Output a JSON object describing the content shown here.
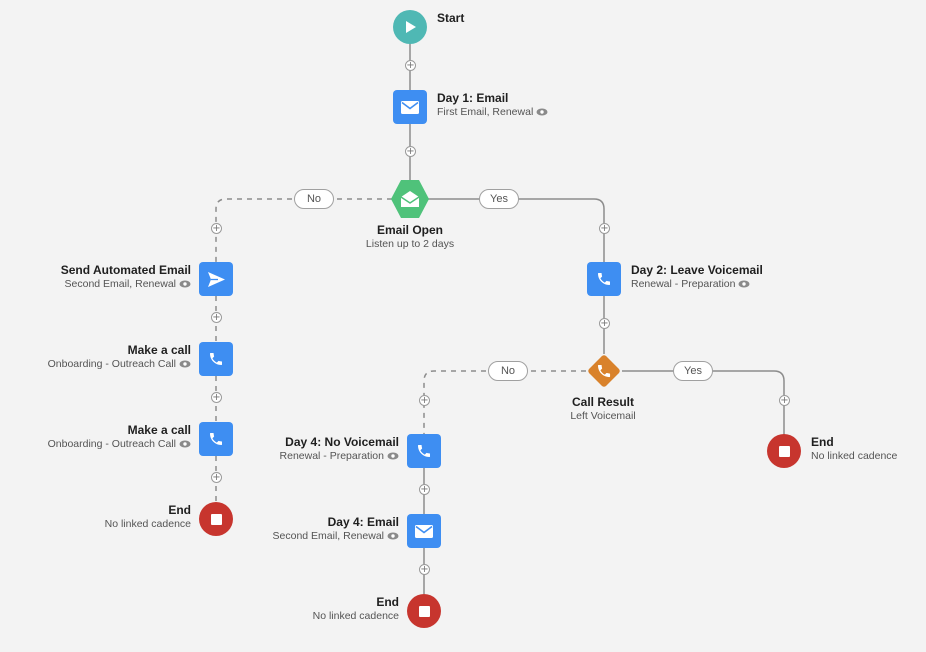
{
  "flow": {
    "start": {
      "title": "Start"
    },
    "day1_email": {
      "title": "Day 1: Email",
      "subtitle": "First Email, Renewal"
    },
    "email_open": {
      "title": "Email Open",
      "subtitle": "Listen up to 2 days",
      "no_label": "No",
      "yes_label": "Yes"
    },
    "send_automated_email": {
      "title": "Send Automated Email",
      "subtitle": "Second Email, Renewal"
    },
    "make_call_1": {
      "title": "Make a call",
      "subtitle": "Onboarding - Outreach Call"
    },
    "make_call_2": {
      "title": "Make a call",
      "subtitle": "Onboarding - Outreach Call"
    },
    "end_left": {
      "title": "End",
      "subtitle": "No linked cadence"
    },
    "day2_voicemail": {
      "title": "Day 2: Leave Voicemail",
      "subtitle": "Renewal - Preparation"
    },
    "call_result": {
      "title": "Call Result",
      "subtitle": "Left Voicemail",
      "no_label": "No",
      "yes_label": "Yes"
    },
    "day4_no_voicemail": {
      "title": "Day 4: No Voicemail",
      "subtitle": "Renewal - Preparation"
    },
    "day4_email": {
      "title": "Day 4: Email",
      "subtitle": "Second Email, Renewal"
    },
    "end_middle": {
      "title": "End",
      "subtitle": "No linked cadence"
    },
    "end_right": {
      "title": "End",
      "subtitle": "No linked cadence"
    }
  },
  "icons": {
    "start": "play-icon",
    "email": "envelope-icon",
    "send": "paper-plane-icon",
    "call": "phone-icon",
    "end": "stop-icon",
    "preview": "eye-icon",
    "add": "plus-icon"
  },
  "colors": {
    "start": "#4fb8b4",
    "step": "#3e8ef2",
    "email_decision": "#4fc27a",
    "call_decision": "#d9822b",
    "end": "#c7352e"
  }
}
